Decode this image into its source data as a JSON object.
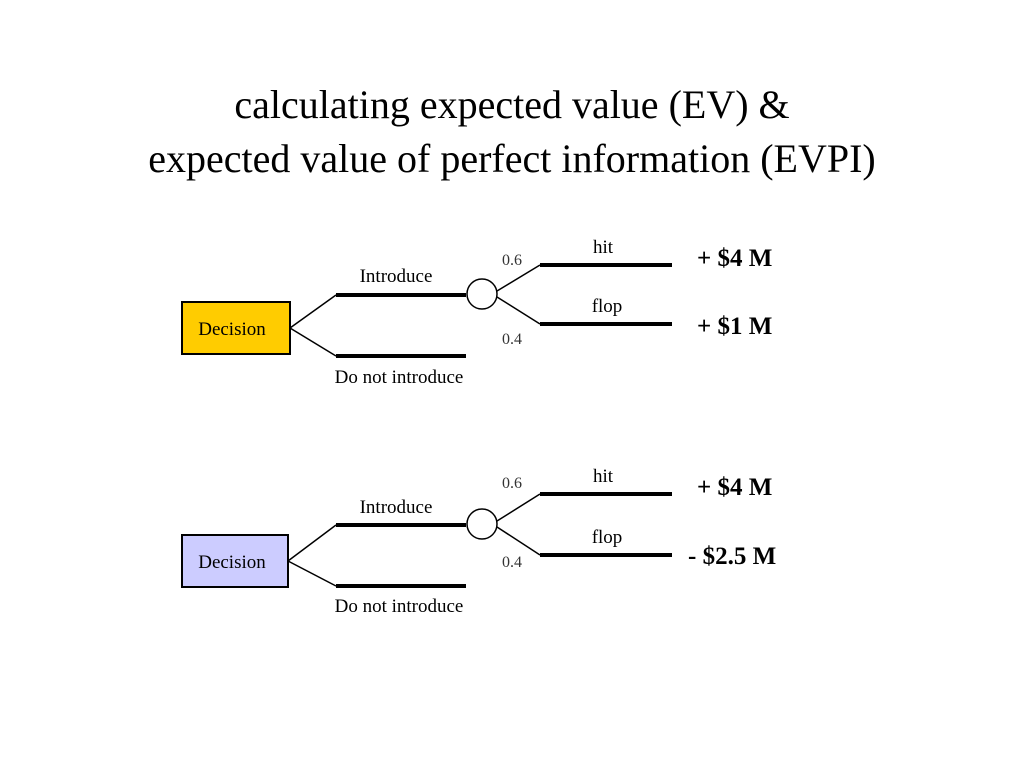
{
  "title": {
    "line1": "calculating expected value (EV) &",
    "line2": "expected value of perfect information (EVPI)"
  },
  "colors": {
    "decision_1_fill": "#FFCC00",
    "decision_2_fill": "#CCCCFF",
    "line": "#000000"
  },
  "trees": [
    {
      "decision_label": "Decision",
      "introduce_label": "Introduce",
      "not_introduce_label": "Do not introduce",
      "hit_label": "hit",
      "flop_label": "flop",
      "hit_prob": "0.6",
      "flop_prob": "0.4",
      "hit_payoff": "+ $4 M",
      "flop_payoff": "+ $1 M"
    },
    {
      "decision_label": "Decision",
      "introduce_label": "Introduce",
      "not_introduce_label": "Do not introduce",
      "hit_label": "hit",
      "flop_label": "flop",
      "hit_prob": "0.6",
      "flop_prob": "0.4",
      "hit_payoff": "+ $4 M",
      "flop_payoff": "- $2.5 M"
    }
  ]
}
